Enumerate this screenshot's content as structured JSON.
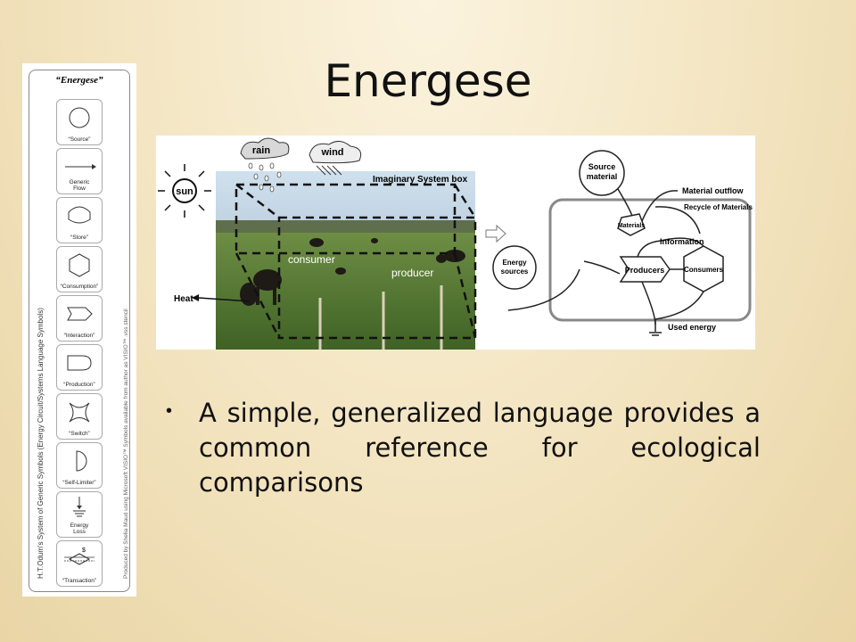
{
  "slide": {
    "title": "Energese",
    "bullet": "A simple, generalized language provides a common reference for ecological comparisons"
  },
  "symbols": {
    "heading": "“Energese”",
    "side_text": "H.T.Odum's System of Generic Symbols (Energy Circuit/Systems Language Symbols)",
    "credit_text": "Produced by Shelia Maud using Microsoft VISIO™   Symbols available from author as VISIO™ .vss stencil",
    "items": [
      {
        "label": "“Source”",
        "icon": "circle-icon"
      },
      {
        "label": "Generic\nFlow",
        "icon": "arrow-right-icon"
      },
      {
        "label": "“Store”",
        "icon": "tank-icon"
      },
      {
        "label": "“Consumption”",
        "icon": "hexagon-icon"
      },
      {
        "label": "“Interaction”",
        "icon": "arrow-block-icon"
      },
      {
        "label": "“Production”",
        "icon": "bullet-shape-icon"
      },
      {
        "label": "“Switch”",
        "icon": "switch-icon"
      },
      {
        "label": "“Self-Limiter”",
        "icon": "half-circle-icon"
      },
      {
        "label": "Energy\nLoss",
        "icon": "ground-icon"
      },
      {
        "label": "“Transaction”",
        "icon": "diamond-icon"
      }
    ],
    "transaction_mark": "$"
  },
  "photo": {
    "sun": "sun",
    "rain": "rain",
    "wind": "wind",
    "box_label": "Imaginary System box",
    "consumer": "consumer",
    "producer": "producer",
    "heat": "Heat"
  },
  "diagram": {
    "source": "Source\nmaterial",
    "materials": "Materials",
    "material_outflow": "Material outflow",
    "recycle": "Recycle of Materials",
    "information": "Information",
    "energy_sources": "Energy\nsources",
    "producers": "Producers",
    "consumers": "Consumers",
    "used_energy": "Used energy"
  }
}
